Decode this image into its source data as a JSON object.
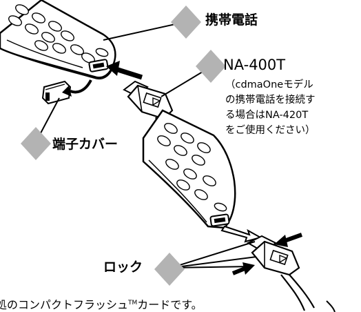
{
  "labels": {
    "phone": "携帯電話",
    "cable": "NA-400T",
    "cover": "端子カバー",
    "lock": "ロック"
  },
  "note_lines": [
    "（cdmaOneモデル",
    "の携帯電話を接続す",
    "る場合はNA-420T",
    "をご使用ください）"
  ],
  "caption": {
    "before": "処のコンパクトフラッシュ",
    "tm": "TM",
    "after": "カードです。"
  },
  "colors": {
    "diamond": "#b3b3b3",
    "ink": "#000000",
    "phone_shade": "#ececec"
  }
}
